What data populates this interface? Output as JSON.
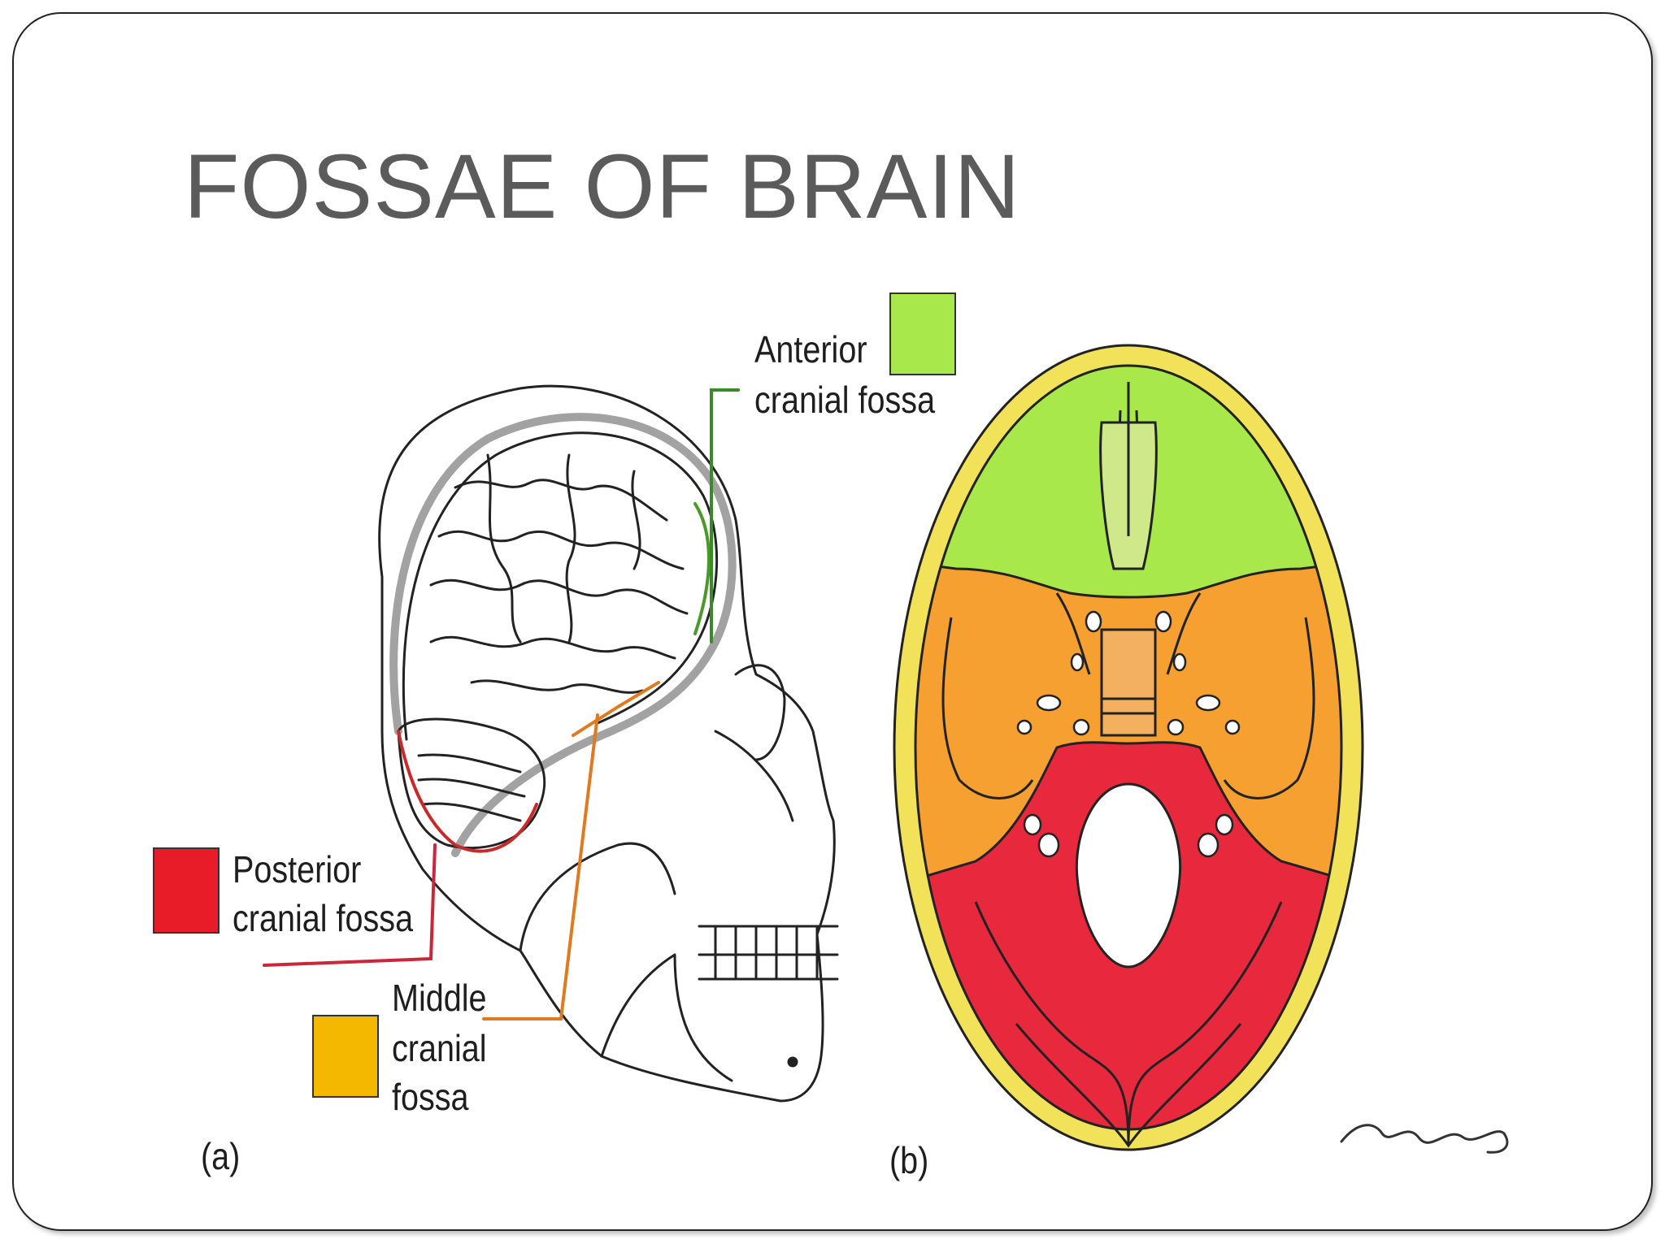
{
  "slide": {
    "title": "FOSSAE OF BRAIN"
  },
  "figure_a": {
    "panel_label": "(a)",
    "labels": {
      "anterior": [
        "Anterior",
        "cranial fossa"
      ],
      "posterior": [
        "Posterior",
        "cranial fossa"
      ],
      "middle": [
        "Middle",
        "cranial",
        "fossa"
      ]
    }
  },
  "figure_b": {
    "panel_label": "(b)"
  },
  "colors": {
    "anterior_fossa": "#a8e84a",
    "middle_fossa": "#f5a030",
    "middle_swatch": "#f5b800",
    "posterior_fossa": "#e8283c",
    "posterior_swatch": "#e81c28",
    "bone_rim": "#f2e25a",
    "title_text": "#5b5b5b"
  }
}
